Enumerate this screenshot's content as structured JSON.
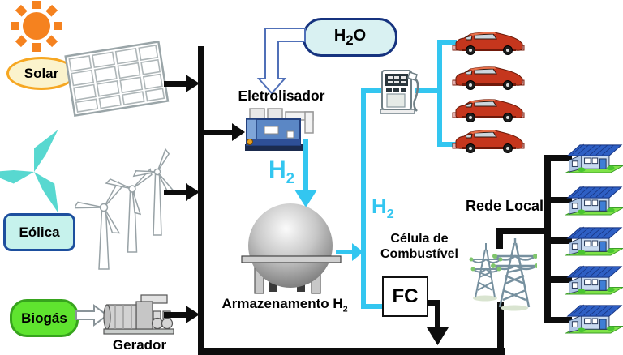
{
  "colors": {
    "flow_cyan": "#33C6F0",
    "bus_black": "#0d0d0d",
    "sun_orange": "#F5821F",
    "biogas_green": "#5FE42F",
    "car_red": "#C5361D",
    "house_roof_blue": "#2E5FC4"
  },
  "sources": {
    "solar": {
      "label": "Solar"
    },
    "eolica": {
      "label": "Eólica"
    },
    "biogas": {
      "label": "Biogás",
      "generator_label": "Gerador"
    }
  },
  "hydrogen": {
    "h2o": {
      "base": "H",
      "sub": "2",
      "tail": "O"
    },
    "electrolyzer_label": "Eletrolisador",
    "h2_flow_storage": {
      "base": "H",
      "sub": "2"
    },
    "h2_flow_fuelcell": {
      "base": "H",
      "sub": "2"
    },
    "storage_label": {
      "base": "Armazenamento H",
      "sub": "2"
    },
    "fuel_cell": {
      "line1": "Célula de",
      "line2": "Combustível",
      "box_label": "FC"
    }
  },
  "grid": {
    "label": "Rede Local"
  },
  "icons": [
    "sun-icon",
    "solar-panel-icon",
    "wind-blade-icon",
    "wind-turbines-icon",
    "generator-icon",
    "electrolyzer-icon",
    "storage-sphere-icon",
    "fuel-pump-icon",
    "car-icon",
    "transmission-towers-icon",
    "house-icon",
    "h2o-arrow-icon",
    "biogas-arrow-icon"
  ]
}
